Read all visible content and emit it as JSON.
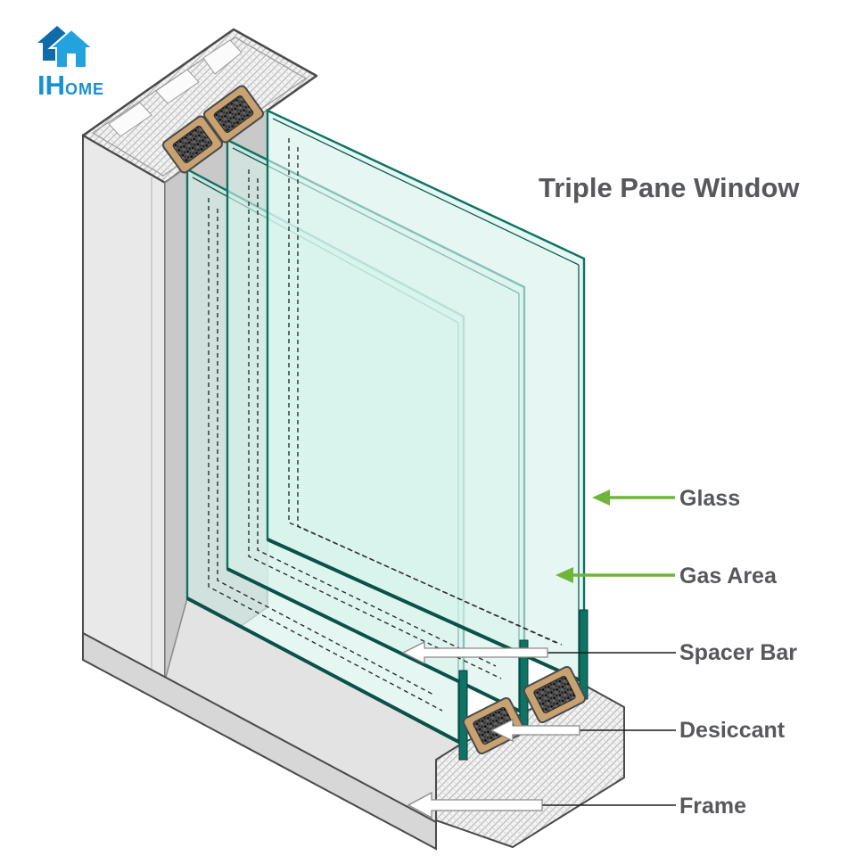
{
  "logo": {
    "brand_initials": "IH",
    "brand_rest": "OME",
    "icon": "house-icon"
  },
  "title": "Triple Pane Window",
  "callouts": [
    {
      "label": "Glass",
      "arrow": "green-arrow-left"
    },
    {
      "label": "Gas Area",
      "arrow": "green-arrow-left"
    },
    {
      "label": "Spacer Bar",
      "arrow": "white-arrow-left"
    },
    {
      "label": "Desiccant",
      "arrow": "white-arrow-left"
    },
    {
      "label": "Frame",
      "arrow": "white-arrow-left"
    }
  ],
  "colors": {
    "arrow_green": "#6fb53c",
    "label_text": "#57585b",
    "title_text": "#57585b",
    "logo_blue": "#1691d0",
    "glass_edge_teal": "#0d7264",
    "glass_fill": "#d7f2ec",
    "desiccant_tan": "#c8a271",
    "frame_gray": "#e8e8e8"
  }
}
